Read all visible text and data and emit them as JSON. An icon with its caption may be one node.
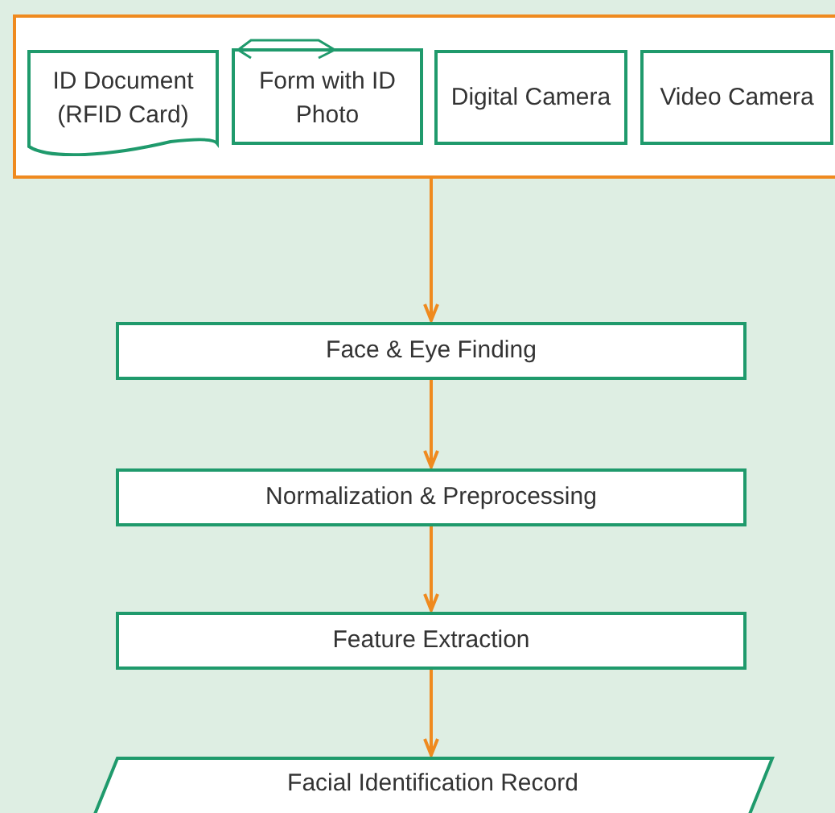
{
  "diagram": {
    "nodes": [
      {
        "text": [],
        "shape": "box"
      },
      {
        "text": [
          "ID Document (RFID Card)"
        ],
        "in": 0
      },
      {
        "text": [
          "Form with ID Photo"
        ],
        "in": 0
      },
      {
        "text": [
          "Digital Camera"
        ],
        "in": 0
      },
      {
        "text": [
          "Video Camera"
        ],
        "in": 0
      },
      {
        "text": [
          "Face & Eye Finding"
        ]
      },
      {
        "text": [
          "Normalization & Preprocessing"
        ]
      },
      {
        "text": [
          "Feature Extraction"
        ]
      },
      {
        "text": [
          "Facial Identification Record"
        ]
      }
    ],
    "edges": [
      {
        "from": 0,
        "to": 5,
        "arrow": "to"
      },
      {
        "from": 5,
        "to": 6,
        "arrow": "to"
      },
      {
        "from": 6,
        "to": 7,
        "arrow": "to"
      },
      {
        "from": 7,
        "to": 8,
        "arrow": "to"
      }
    ]
  }
}
